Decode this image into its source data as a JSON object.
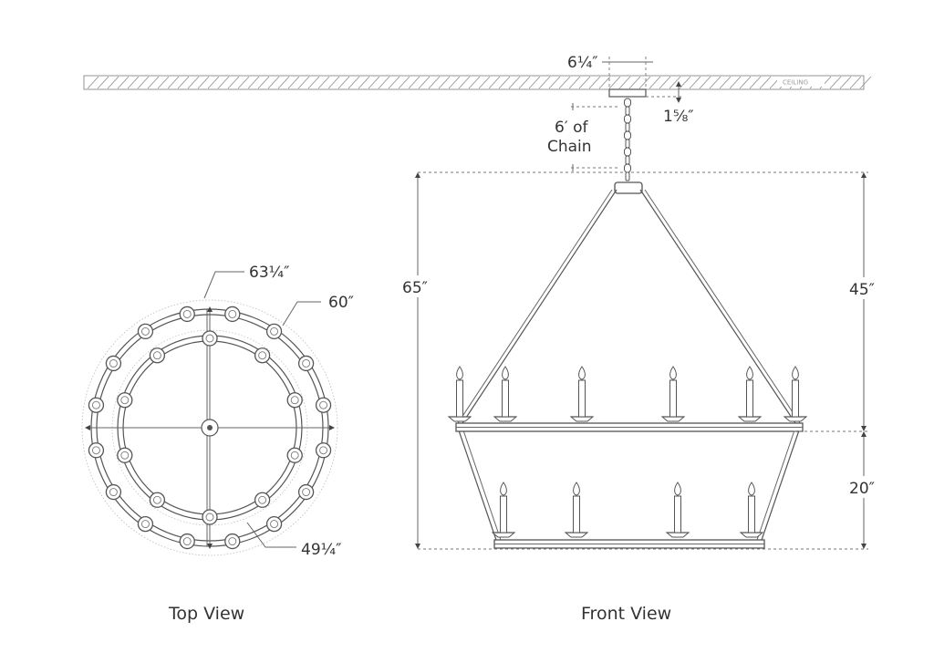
{
  "ceiling": {
    "label": "CEILING"
  },
  "canopy": {
    "width_label": "6¼″",
    "height_label": "1⅝″"
  },
  "chain": {
    "label_line1": "6′ of",
    "label_line2": "Chain"
  },
  "top_view": {
    "caption": "Top View",
    "outer_diameter_label": "63¼″",
    "ring_diameter_label": "60″",
    "inner_diameter_label": "49¼″",
    "outer_ring_lights": 16,
    "inner_ring_lights": 10
  },
  "front_view": {
    "caption": "Front View",
    "overall_height_label": "65″",
    "upper_height_label": "45″",
    "lower_height_label": "20″",
    "upper_tier_candles": 6,
    "lower_tier_candles": 4
  },
  "colors": {
    "line": "#555555",
    "text": "#333333",
    "hatch": "#8a8a8a"
  }
}
